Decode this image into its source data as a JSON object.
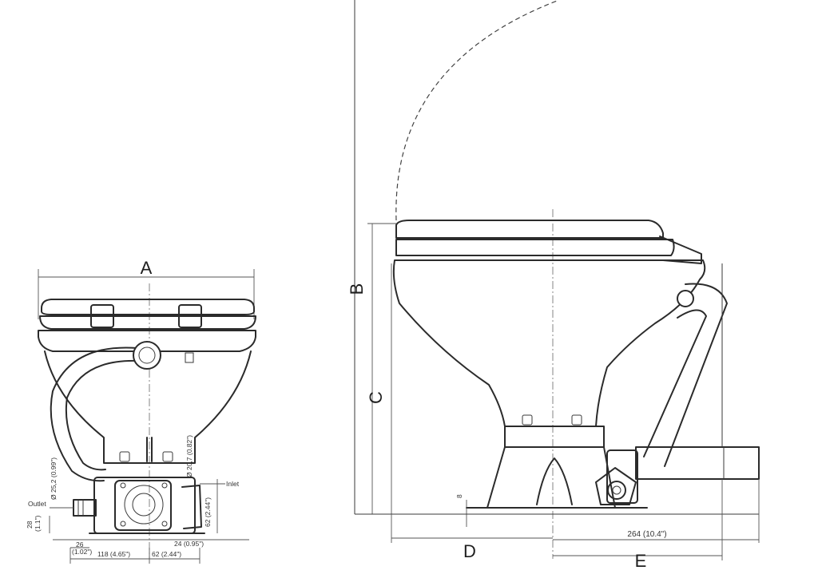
{
  "labels": {
    "A": "A",
    "B": "B",
    "C": "C",
    "D": "D",
    "E": "E"
  },
  "dimensions": {
    "inlet_dia": "Ø 20,7 (0.82\")",
    "outlet_dia": "Ø 25,2 (0.99\")",
    "inlet": "Inlet",
    "outlet": "Outlet",
    "height_28": "28",
    "height_28_in": "(1.1\")",
    "width_26": "26",
    "width_26_in": "(1.02\")",
    "width_118": "118 (4.65\")",
    "width_62_bottom": "62 (2.44\")",
    "width_24": "24 (0.95\")",
    "height_62_side": "62 (2.44\")",
    "height_8": "8",
    "length_264": "264 (10.4\")"
  }
}
